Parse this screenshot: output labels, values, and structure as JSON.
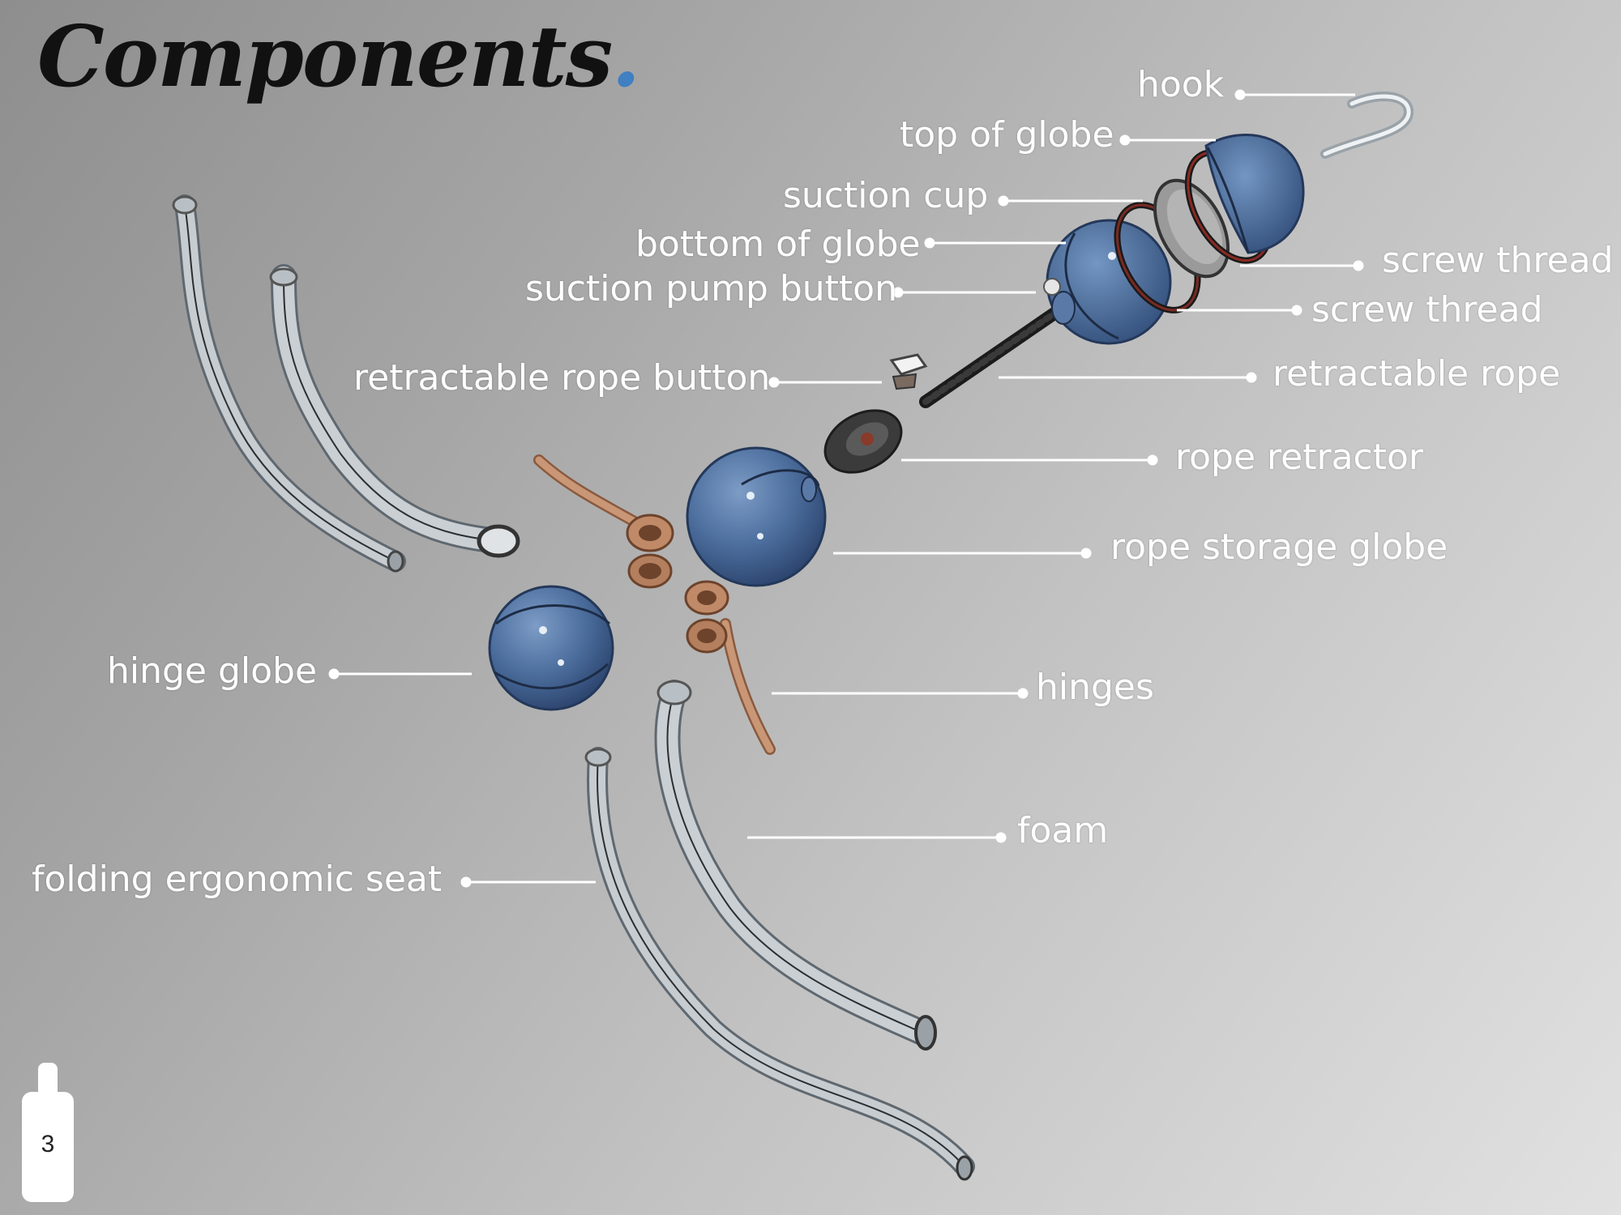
{
  "title": "Components",
  "title_dot": ".",
  "page_number": "3",
  "labels": {
    "hook": "hook",
    "top_of_globe": "top of globe",
    "suction_cup": "suction cup",
    "bottom_of_globe": "bottom of globe",
    "suction_pump_button": "suction pump button",
    "screw_thread_1": "screw thread",
    "screw_thread_2": "screw thread",
    "retractable_rope_button": "retractable rope button",
    "retractable_rope": "retractable rope",
    "rope_retractor": "rope retractor",
    "rope_storage_globe": "rope storage globe",
    "hinge_globe": "hinge globe",
    "hinges": "hinges",
    "foam": "foam",
    "folding_ergonomic_seat": "folding ergonomic seat"
  },
  "colors": {
    "globe": "#4d6f9e",
    "hinge": "#c08a68",
    "tube": "#bcc4c8",
    "accent_dot": "#3f7fc2",
    "label": "#ffffff"
  }
}
